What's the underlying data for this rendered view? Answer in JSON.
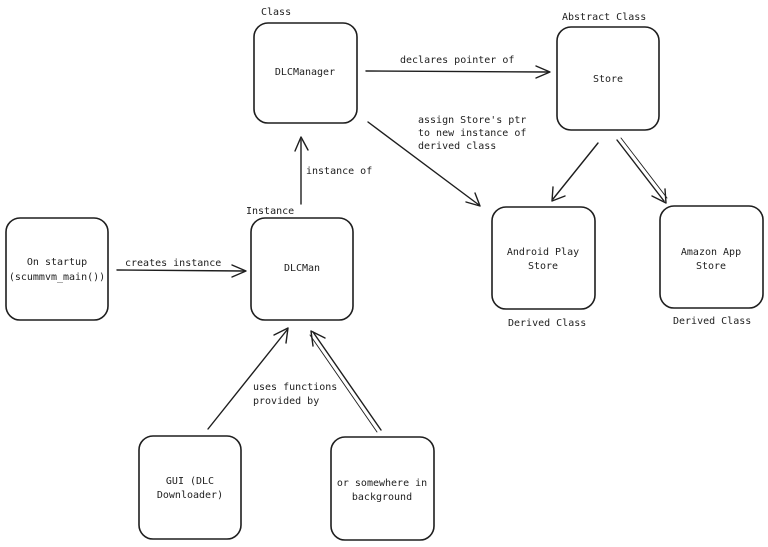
{
  "nodes": {
    "dlcmanager": {
      "label": "DLCManager",
      "tag": "Class"
    },
    "store": {
      "label": "Store",
      "tag": "Abstract Class"
    },
    "startup": {
      "line1": "On startup",
      "line2": "(scummvm_main())"
    },
    "dlcman": {
      "label": "DLCMan",
      "tag": "Instance"
    },
    "android": {
      "line1": "Android Play",
      "line2": "Store",
      "tag": "Derived Class"
    },
    "amazon": {
      "line1": "Amazon App",
      "line2": "Store",
      "tag": "Derived Class"
    },
    "gui": {
      "line1": "GUI (DLC",
      "line2": "Downloader)"
    },
    "background": {
      "line1": "or somewhere in",
      "line2": "background"
    }
  },
  "edges": {
    "declares": "declares pointer of",
    "assign": [
      "assign Store's ptr",
      "to new instance of",
      "derived class"
    ],
    "instance_of": "instance of",
    "creates": "creates instance",
    "uses": [
      "uses functions",
      "provided by"
    ]
  }
}
